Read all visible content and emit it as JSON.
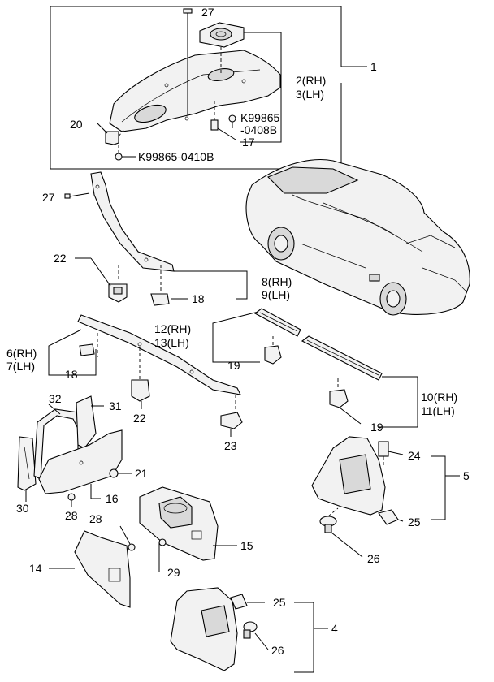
{
  "labels": {
    "l1": "1",
    "l2": "2(RH)",
    "l3": "3(LH)",
    "l4": "4",
    "l5": "5",
    "l6": "6(RH)",
    "l7": "7(LH)",
    "l8": "8(RH)",
    "l9": "9(LH)",
    "l10": "10(RH)",
    "l11": "11(LH)",
    "l12": "12(RH)",
    "l13": "13(LH)",
    "l14": "14",
    "l15": "15",
    "l16": "16",
    "l17": "17",
    "l18a": "18",
    "l18b": "18",
    "l19a": "19",
    "l19b": "19",
    "l20": "20",
    "l21": "21",
    "l22a": "22",
    "l22b": "22",
    "l23": "23",
    "l24": "24",
    "l25a": "25",
    "l25b": "25",
    "l26a": "26",
    "l26b": "26",
    "l27a": "27",
    "l27b": "27",
    "l28a": "28",
    "l28b": "28",
    "l29": "29",
    "l30": "30",
    "l31": "31",
    "l32": "32",
    "k1a": "K99865",
    "k1b": "-0408B",
    "k2": "K99865-0410B"
  }
}
